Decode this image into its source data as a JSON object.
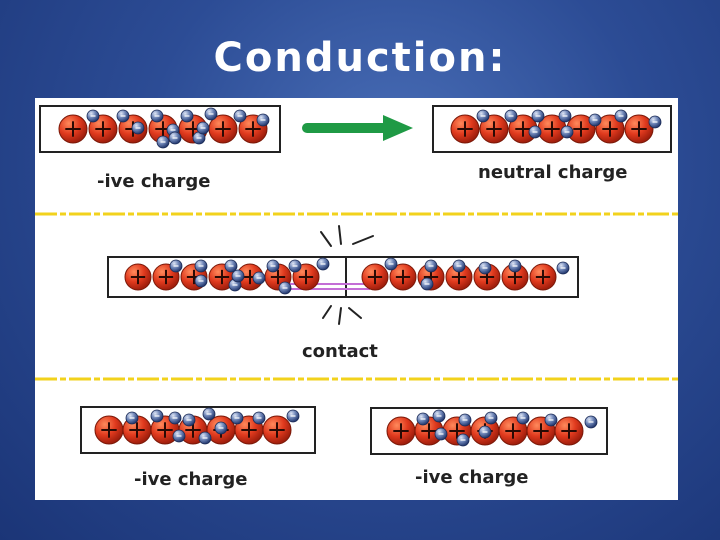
{
  "slide": {
    "title": "Conduction:"
  },
  "labels": {
    "top_left": "-ive charge",
    "top_right": "neutral charge",
    "middle": "contact",
    "bottom_left": "-ive charge",
    "bottom_right": "-ive charge"
  },
  "colors": {
    "proton": "#e03a1e",
    "electron": "#2d4a8c",
    "arrow": "#1f9a45",
    "divider": "#f2d21c",
    "background": "#2c4c95"
  }
}
